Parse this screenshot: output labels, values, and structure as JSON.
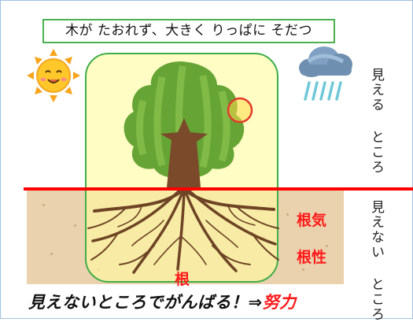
{
  "title": "木が たおれず、大きく りっぱに そだつ",
  "visible_label": "見える ところ",
  "hidden_label": "見えない ところ",
  "qualities": [
    "根気",
    "根性"
  ],
  "root_label": "根",
  "bottom_text": {
    "main": "見えないところでがんばる！⇒",
    "emphasis": "努力"
  },
  "icons": [
    "sun-icon",
    "rain-cloud-icon",
    "tree-icon",
    "roots-icon",
    "circle-marker-icon"
  ],
  "colors": {
    "ground_line": "#ff0000",
    "highlight_border": "#3fae49",
    "highlight_fill": "#fffaa0",
    "soil": "#e9d2ad",
    "emphasis": "#ff1a1a"
  }
}
